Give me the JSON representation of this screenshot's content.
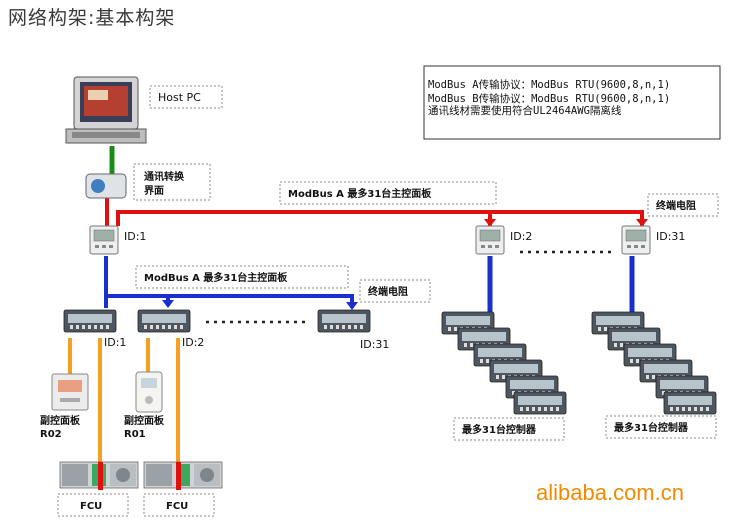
{
  "title": "网络构架:基本构架",
  "host_label": "Host PC",
  "converter_label": [
    "通讯转换",
    "界面"
  ],
  "protocol_note": [
    "ModBus A传输协议：ModBus RTU(9600,8,n,1)",
    "ModBus B传输协议：ModBus RTU(9600,8,n,1)",
    "通讯线材需要使用符合UL2464AWG隔离线"
  ],
  "bus_a_label": "ModBus A 最多31台主控面板",
  "bus_b_label": "ModBus A 最多31台主控面板",
  "terminator_label": "终端电阻",
  "terminator_label_2": "终端电阻",
  "panel_ids": [
    "ID:1",
    "ID:2",
    "ID:31"
  ],
  "controller_ids": [
    "ID:1",
    "ID:2",
    "ID:31"
  ],
  "sub_panels": [
    {
      "name": "副控面板",
      "code": "R02"
    },
    {
      "name": "副控面板",
      "code": "R01"
    }
  ],
  "fcu_label": "FCU",
  "fcu_label_2": "FCU",
  "max_controllers_label": "最多31台控制器",
  "max_controllers_label_2": "最多31台控制器",
  "watermark": "alibaba.com.cn",
  "colors": {
    "bus_a": "#e01010",
    "bus_b": "#1a2fd0",
    "host_link": "#1a8c1a",
    "sub_link": "#f5a020",
    "watermark": "#f08a00"
  }
}
